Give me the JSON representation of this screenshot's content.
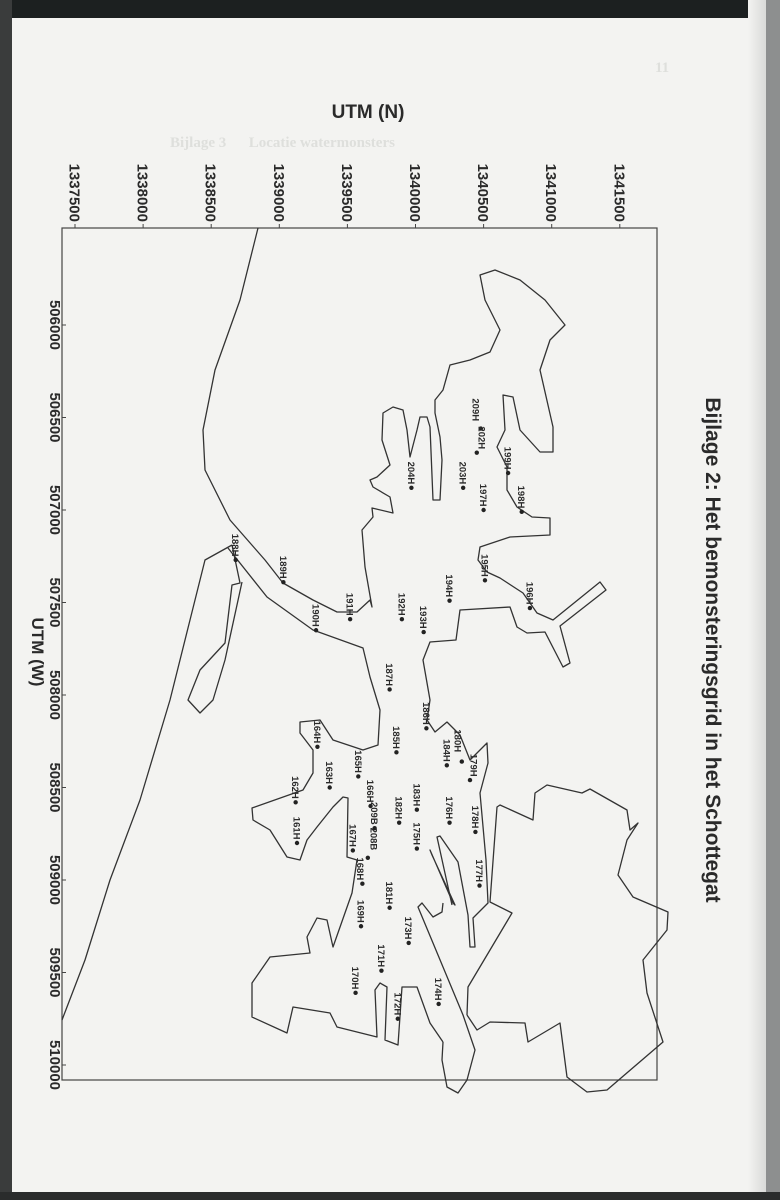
{
  "bleed_through": {
    "heading": "Bijlage 3      Locatie watermonsters",
    "page_number": "11"
  },
  "map": {
    "title": "Bijlage 2: Het bemonsteringsgrid in het Schottegat",
    "north_axis": {
      "label": "UTM (N)",
      "ticks": [
        1337500,
        1338000,
        1338500,
        1339000,
        1339500,
        1340000,
        1340500,
        1341000,
        1341500
      ]
    },
    "west_axis": {
      "label": "UTM (W)",
      "ticks": [
        506000,
        506500,
        507000,
        507500,
        508000,
        508500,
        509000,
        509500,
        510000
      ]
    },
    "line_color": "#333333",
    "sample_points": [
      {
        "id": "209H",
        "n": 1340480,
        "e": 506560
      },
      {
        "id": "202H",
        "n": 1340450,
        "e": 506690
      },
      {
        "id": "199H",
        "n": 1340680,
        "e": 506800
      },
      {
        "id": "198H",
        "n": 1340780,
        "e": 507010
      },
      {
        "id": "203H",
        "n": 1340350,
        "e": 506880
      },
      {
        "id": "197H",
        "n": 1340500,
        "e": 507000
      },
      {
        "id": "204H",
        "n": 1339970,
        "e": 506880
      },
      {
        "id": "195H",
        "n": 1340510,
        "e": 507380
      },
      {
        "id": "196H",
        "n": 1340840,
        "e": 507530
      },
      {
        "id": "194H",
        "n": 1340250,
        "e": 507490
      },
      {
        "id": "193H",
        "n": 1340060,
        "e": 507660
      },
      {
        "id": "192H",
        "n": 1339900,
        "e": 507590
      },
      {
        "id": "191H",
        "n": 1339520,
        "e": 507590
      },
      {
        "id": "188H",
        "n": 1338680,
        "e": 507270
      },
      {
        "id": "189H",
        "n": 1339030,
        "e": 507390
      },
      {
        "id": "190H",
        "n": 1339270,
        "e": 507650
      },
      {
        "id": "187H",
        "n": 1339810,
        "e": 507970
      },
      {
        "id": "186H",
        "n": 1340080,
        "e": 508180
      },
      {
        "id": "185H",
        "n": 1339860,
        "e": 508310
      },
      {
        "id": "184H",
        "n": 1340230,
        "e": 508380
      },
      {
        "id": "180H",
        "n": 1340340,
        "e": 508360
      },
      {
        "id": "179H",
        "n": 1340400,
        "e": 508460
      },
      {
        "id": "164H",
        "n": 1339280,
        "e": 508280
      },
      {
        "id": "163H",
        "n": 1339370,
        "e": 508500
      },
      {
        "id": "165H",
        "n": 1339580,
        "e": 508440
      },
      {
        "id": "166H",
        "n": 1339670,
        "e": 508600
      },
      {
        "id": "162H",
        "n": 1339120,
        "e": 508580
      },
      {
        "id": "161H",
        "n": 1339130,
        "e": 508800
      },
      {
        "id": "183H",
        "n": 1340010,
        "e": 508620
      },
      {
        "id": "175H",
        "n": 1340010,
        "e": 508830
      },
      {
        "id": "176H",
        "n": 1340250,
        "e": 508690
      },
      {
        "id": "178H",
        "n": 1340440,
        "e": 508740
      },
      {
        "id": "177H",
        "n": 1340470,
        "e": 509030
      },
      {
        "id": "182H",
        "n": 1339880,
        "e": 508690
      },
      {
        "id": "209B",
        "n": 1339700,
        "e": 508720
      },
      {
        "id": "208B",
        "n": 1339650,
        "e": 508880
      },
      {
        "id": "167H",
        "n": 1339540,
        "e": 508840
      },
      {
        "id": "168H",
        "n": 1339610,
        "e": 509020
      },
      {
        "id": "169H",
        "n": 1339600,
        "e": 509250
      },
      {
        "id": "181H",
        "n": 1339810,
        "e": 509150
      },
      {
        "id": "173H",
        "n": 1339950,
        "e": 509340
      },
      {
        "id": "171H",
        "n": 1339750,
        "e": 509490
      },
      {
        "id": "170H",
        "n": 1339560,
        "e": 509610
      },
      {
        "id": "174H",
        "n": 1340170,
        "e": 509670
      },
      {
        "id": "172H",
        "n": 1339870,
        "e": 509750
      }
    ]
  }
}
